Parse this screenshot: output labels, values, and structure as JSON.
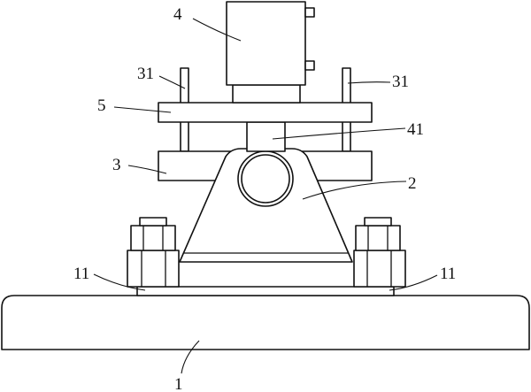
{
  "labels": {
    "base": "1",
    "support": "2",
    "block": "3",
    "cylinder": "4",
    "piston_rod": "41",
    "top_plate": "5",
    "guide_post_left": "31",
    "guide_post_right": "31",
    "bolt_left": "11",
    "bolt_right": "11"
  }
}
